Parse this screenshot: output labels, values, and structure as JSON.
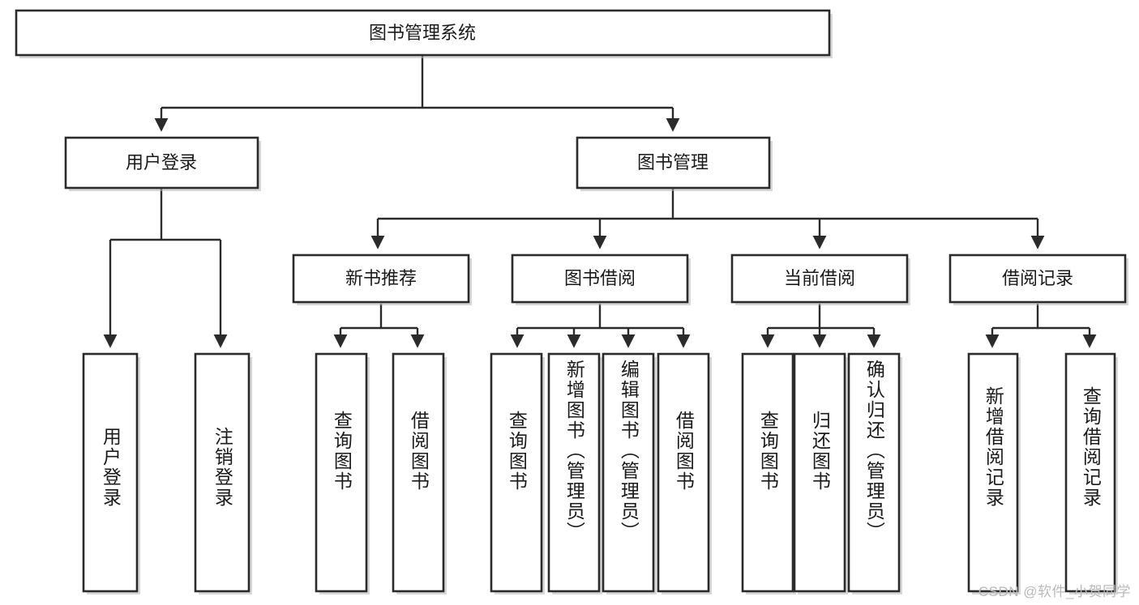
{
  "diagram": {
    "title": "图书管理系统",
    "type": "tree-hierarchy",
    "watermark": "CSDN @软件_小贺同学",
    "colors": {
      "background": "#ffffff",
      "stroke": "#2b2b2b",
      "text": "#1a1a1a",
      "shadow": "#b8b8b8",
      "watermark": "#b9b9b9"
    },
    "root": {
      "label": "图书管理系统"
    },
    "level2": [
      {
        "label": "用户登录"
      },
      {
        "label": "图书管理"
      }
    ],
    "level3": [
      {
        "label": "新书推荐"
      },
      {
        "label": "图书借阅"
      },
      {
        "label": "当前借阅"
      },
      {
        "label": "借阅记录"
      }
    ],
    "leaves": {
      "user_login": [
        {
          "label": "用户登录"
        },
        {
          "label": "注销登录"
        }
      ],
      "new_book_recommend": [
        {
          "label": "查询图书"
        },
        {
          "label": "借阅图书"
        }
      ],
      "book_borrow": [
        {
          "label": "查询图书"
        },
        {
          "label": "新增图书（管理员）"
        },
        {
          "label": "编辑图书（管理员）"
        },
        {
          "label": "借阅图书"
        }
      ],
      "current_borrow": [
        {
          "label": "查询图书"
        },
        {
          "label": "归还图书"
        },
        {
          "label": "确认归还（管理员）"
        }
      ],
      "borrow_record": [
        {
          "label": "新增借阅记录"
        },
        {
          "label": "查询借阅记录"
        }
      ]
    }
  }
}
